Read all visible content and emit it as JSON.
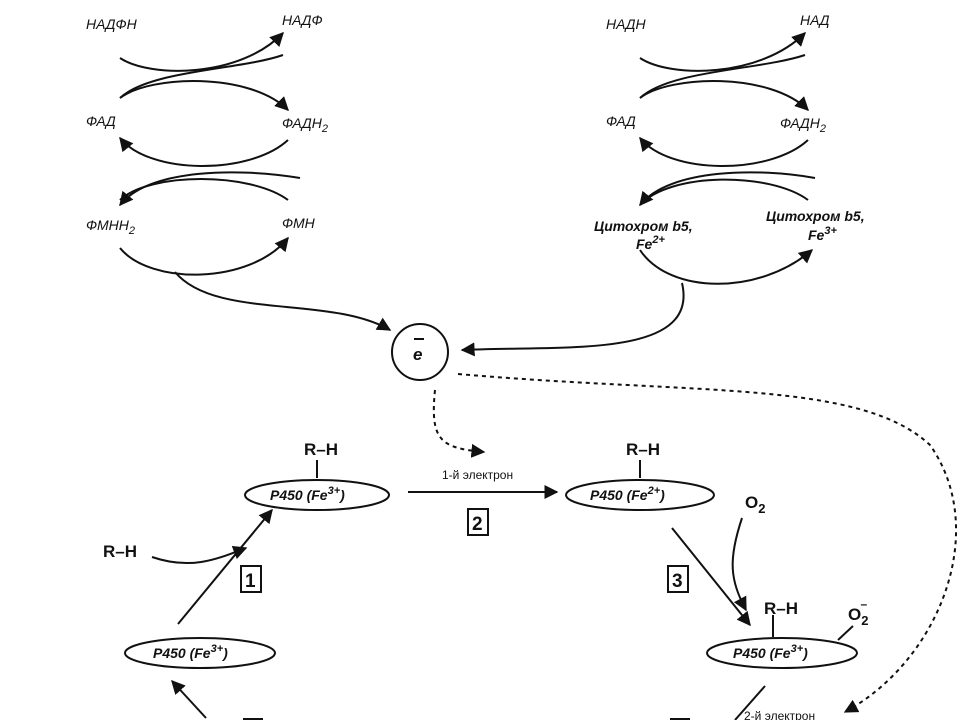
{
  "left_chain": {
    "nadph": "НАДФН",
    "nadp": "НАДФ",
    "fad": "ФАД",
    "fadh2": {
      "base": "ФАДН",
      "sub": "2"
    },
    "fmnh2": {
      "base": "ФМНН",
      "sub": "2"
    },
    "fmn": "ФМН"
  },
  "right_chain": {
    "nadh": "НАДН",
    "nad": "НАД",
    "fad": "ФАД",
    "fadh2": {
      "base": "ФАДН",
      "sub": "2"
    },
    "cyt_reduced": {
      "line1": "Цитохром b5,",
      "line2": "Fe",
      "sup": "2+"
    },
    "cyt_oxidized": {
      "line1": "Цитохром b5,",
      "line2": "Fe",
      "sup": "3+"
    }
  },
  "electron": "e",
  "cycle": {
    "p450_a": {
      "base": "P450 (Fe",
      "sup": "3+",
      "close": ")"
    },
    "p450_b": {
      "base": "P450 (Fe",
      "sup": "2+",
      "close": ")"
    },
    "p450_c": {
      "base": "P450 (Fe",
      "sup": "3+",
      "close": ")"
    },
    "p450_d": {
      "base": "P450 (Fe",
      "sup": "3+",
      "close": ")"
    },
    "substrate_rh": "R–H",
    "first_electron": "1-й электрон",
    "second_electron": "2-й электрон",
    "o2": {
      "base": "O",
      "sub": "2"
    },
    "o2_minus": {
      "base": "O",
      "sub": "2",
      "sup": "–"
    }
  },
  "steps": [
    "1",
    "2",
    "3"
  ]
}
